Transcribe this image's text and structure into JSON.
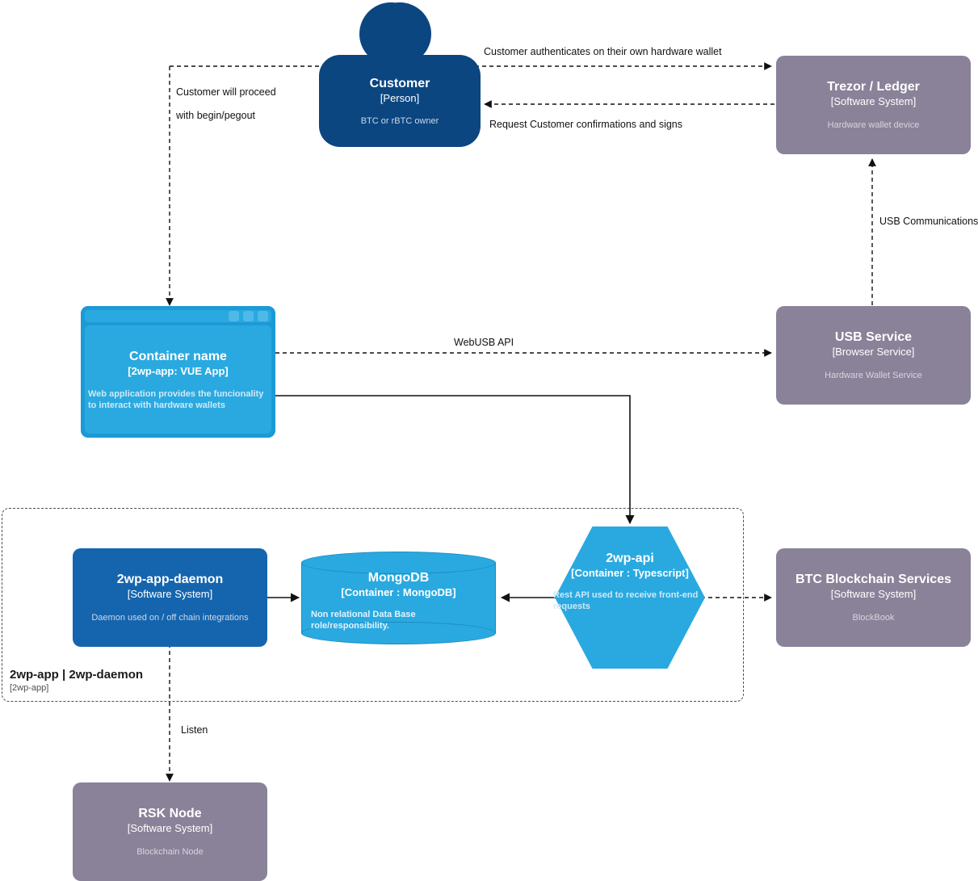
{
  "diagram": {
    "type": "c4-container-diagram",
    "colors": {
      "person_blue": "#0b4680",
      "system_blue": "#1565ae",
      "container_blue": "#2aa9e0",
      "external_grey": "#8a8299",
      "edge_black": "#111111",
      "boundary_grey": "#4d4d4d"
    }
  },
  "nodes": {
    "customer": {
      "title": "Customer",
      "tech": "[Person]",
      "desc": "BTC or rBTC owner"
    },
    "trezor_ledger": {
      "title": "Trezor / Ledger",
      "tech": "[Software System]",
      "desc": "Hardware wallet device"
    },
    "container_name": {
      "title": "Container name",
      "tech": "[2wp-app: VUE App]",
      "desc": "Web application provides the funcionality to interact with hardware wallets"
    },
    "usb_service": {
      "title": "USB Service",
      "tech": "[Browser Service]",
      "desc": "Hardware Wallet Service"
    },
    "twp_app_daemon": {
      "title": "2wp-app-daemon",
      "tech": "[Software System]",
      "desc": "Daemon used on / off chain integrations"
    },
    "mongodb": {
      "title": "MongoDB",
      "tech": "[Container : MongoDB]",
      "desc": "Non relational Data Base role/responsibility."
    },
    "twp_api": {
      "title": "2wp-api",
      "tech": "[Container : Typescript]",
      "desc": "Rest API used to receive front-end requests"
    },
    "btc_blockchain_services": {
      "title": "BTC Blockchain Services",
      "tech": "[Software System]",
      "desc": "BlockBook"
    },
    "rsk_node": {
      "title": "RSK Node",
      "tech": "[Software System]",
      "desc": "Blockchain Node"
    }
  },
  "boundary": {
    "title": "2wp-app | 2wp-daemon",
    "tech": "[2wp-app]"
  },
  "edges": {
    "customer_authenticates": "Customer authenticates on their own hardware wallet",
    "customer_will_proceed_line1": "Customer will proceed",
    "customer_will_proceed_line2": "with begin/pegout",
    "request_confirmations": "Request Customer confirmations and signs",
    "usb_communications": "USB Communications",
    "webusb_api": "WebUSB API",
    "listen": "Listen"
  }
}
